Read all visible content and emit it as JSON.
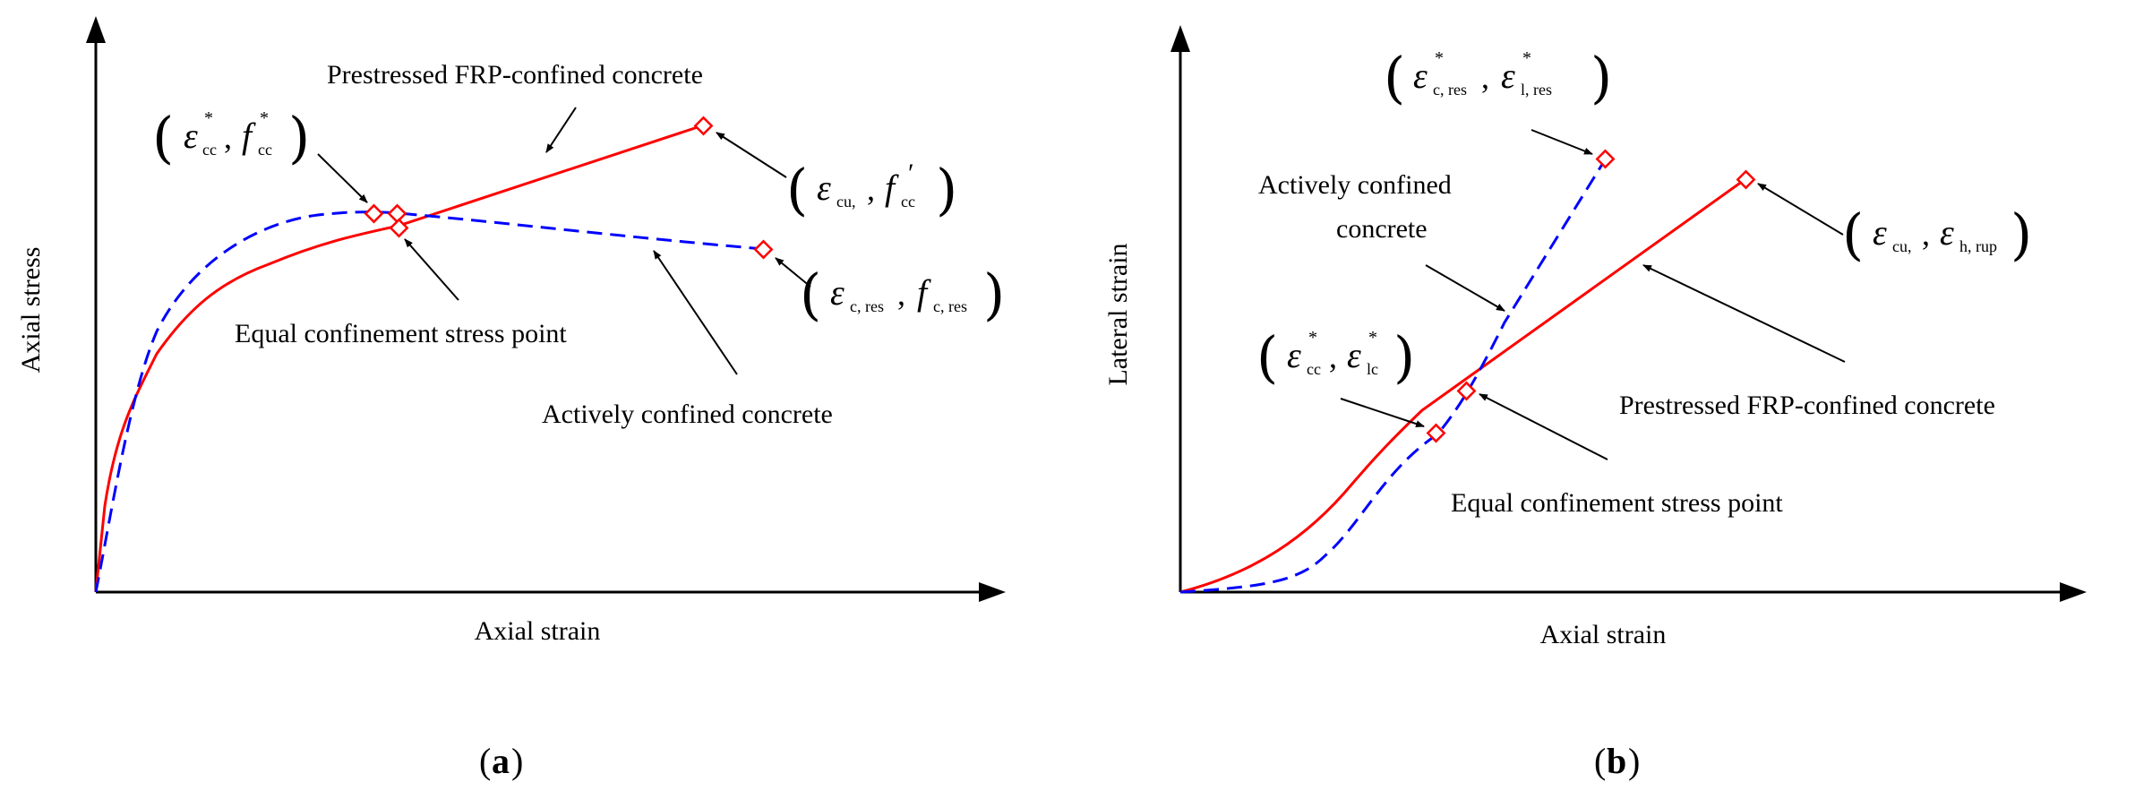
{
  "colors": {
    "prestressed": "#ff0000",
    "active": "#0000ff",
    "axis": "#000000",
    "marker": "#ff0000"
  },
  "icons": [
    "axis-arrow-icon",
    "diamond-marker-icon",
    "leader-arrow-icon"
  ],
  "panel_a": {
    "caption": "a",
    "y_axis_label": "Axial stress",
    "x_axis_label": "Axial strain",
    "curve_prestressed_label": "Prestressed FRP-confined concrete",
    "curve_active_label": "Actively confined concrete",
    "equal_point_label": "Equal confinement stress point",
    "point_cc": {
      "eps": "ε",
      "eps_sub": "cc",
      "eps_sup": "*",
      "comma": ",",
      "f": "f",
      "f_sub": "cc",
      "f_sup": "*"
    },
    "point_cu": {
      "eps": "ε",
      "eps_sub": "cu,",
      "comma": ",",
      "f": "f",
      "f_sub": "cc",
      "f_prime": "′"
    },
    "point_res": {
      "eps": "ε",
      "eps_sub": "c, res",
      "comma": ",",
      "f": "f",
      "f_sub": "c, res"
    }
  },
  "panel_b": {
    "caption": "b",
    "y_axis_label": "Lateral strain",
    "x_axis_label": "Axial strain",
    "curve_active_label_line1": "Actively confined",
    "curve_active_label_line2": "concrete",
    "curve_prestressed_label": "Prestressed FRP-confined concrete",
    "equal_point_label": "Equal confinement stress point",
    "point_res": {
      "eps1": "ε",
      "eps1_sub": "c, res",
      "eps1_sup": "*",
      "comma": ",",
      "eps2": "ε",
      "eps2_sub": "l, res",
      "eps2_sup": "*"
    },
    "point_cc": {
      "eps1": "ε",
      "eps1_sub": "cc",
      "eps1_sup": "*",
      "comma": ",",
      "eps2": "ε",
      "eps2_sub": "lc",
      "eps2_sup": "*"
    },
    "point_cu": {
      "eps1": "ε",
      "eps1_sub": "cu,",
      "comma": ",",
      "eps2": "ε",
      "eps2_sub": "h, rup"
    }
  }
}
